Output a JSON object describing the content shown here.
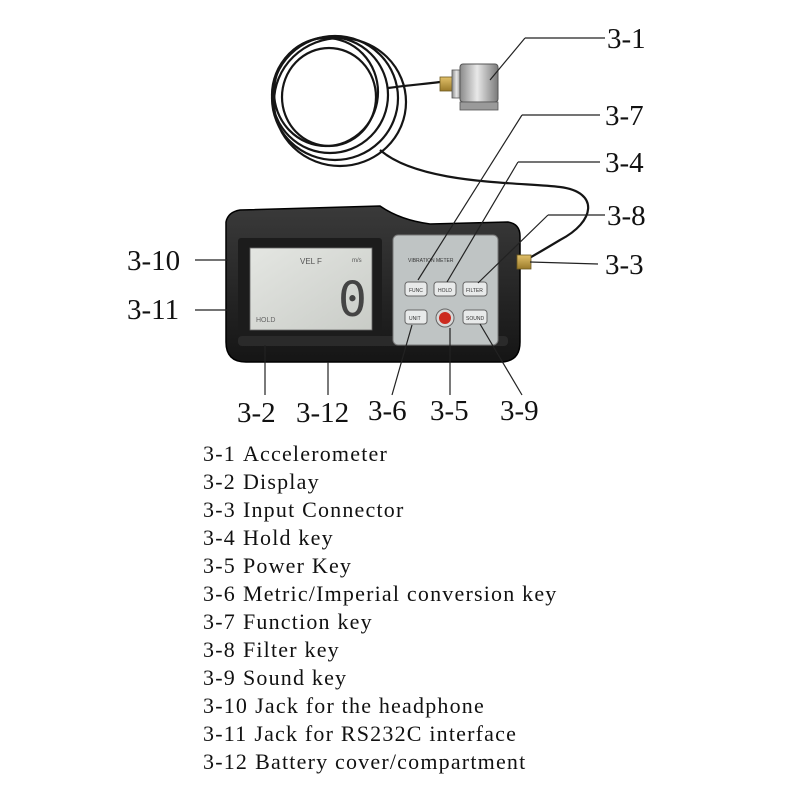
{
  "callouts": {
    "c3_1": "3-1",
    "c3_7": "3-7",
    "c3_4": "3-4",
    "c3_8": "3-8",
    "c3_3": "3-3",
    "c3_10": "3-10",
    "c3_11": "3-11",
    "c3_2": "3-2",
    "c3_12": "3-12",
    "c3_6": "3-6",
    "c3_5": "3-5",
    "c3_9": "3-9"
  },
  "device": {
    "lcd_reading": "0",
    "lcd_top_text": "VEL F",
    "lcd_unit": "m/s",
    "lcd_corner_text": "HOLD",
    "panel_title": "VIBRATION METER",
    "keys": [
      "FUNC",
      "HOLD",
      "FILTER",
      "UNIT",
      "",
      "SOUND"
    ]
  },
  "legend": [
    {
      "code": "3-1",
      "label": "Accelerometer"
    },
    {
      "code": "3-2",
      "label": "Display"
    },
    {
      "code": "3-3",
      "label": "Input Connector"
    },
    {
      "code": "3-4",
      "label": "Hold key"
    },
    {
      "code": "3-5",
      "label": "Power Key"
    },
    {
      "code": "3-6",
      "label": "Metric/Imperial conversion key"
    },
    {
      "code": "3-7",
      "label": "Function key"
    },
    {
      "code": "3-8",
      "label": "Filter key"
    },
    {
      "code": "3-9",
      "label": "Sound key"
    },
    {
      "code": "3-10",
      "label": "Jack for the headphone"
    },
    {
      "code": "3-11",
      "label": "Jack for RS232C interface"
    },
    {
      "code": "3-12",
      "label": "Battery cover/compartment"
    }
  ]
}
